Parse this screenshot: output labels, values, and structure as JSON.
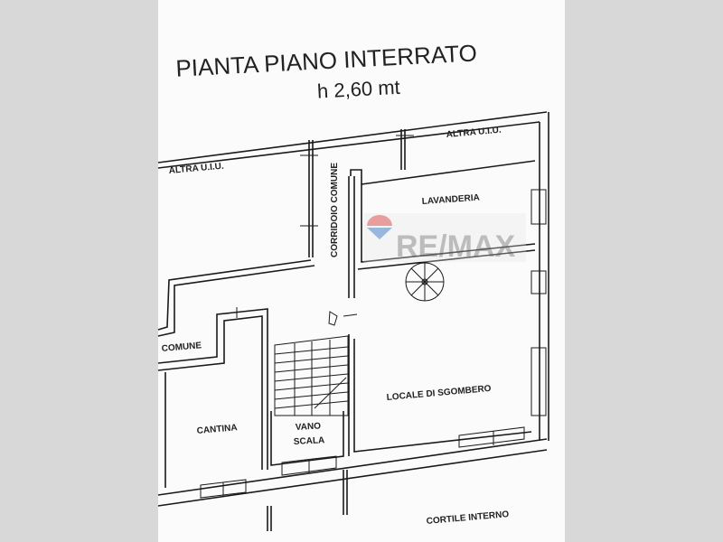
{
  "title": "PIANTA PIANO INTERRATO",
  "height_label": "h 2,60 mt",
  "rooms": {
    "altra_uiu_left": "ALTRA U.I.U.",
    "altra_uiu_right": "ALTRA U.I.U.",
    "corridoio_comune": "CORRIDOIO COMUNE",
    "corridoio_comune_partial": "COMUNE",
    "lavanderia": "LAVANDERIA",
    "locale_di_sgombero": "LOCALE DI SGOMBERO",
    "cantina": "CANTINA",
    "vano_scala_1": "VANO",
    "vano_scala_2": "SCALA",
    "cortile_interno": "CORTILE INTERNO"
  },
  "watermark": "RE/MAX",
  "colors": {
    "background": "#d8d8d8",
    "paper": "#fbfbfb",
    "ink": "#1a1a1a",
    "watermark_red": "#d9534f",
    "watermark_blue": "#4a7fc1"
  }
}
